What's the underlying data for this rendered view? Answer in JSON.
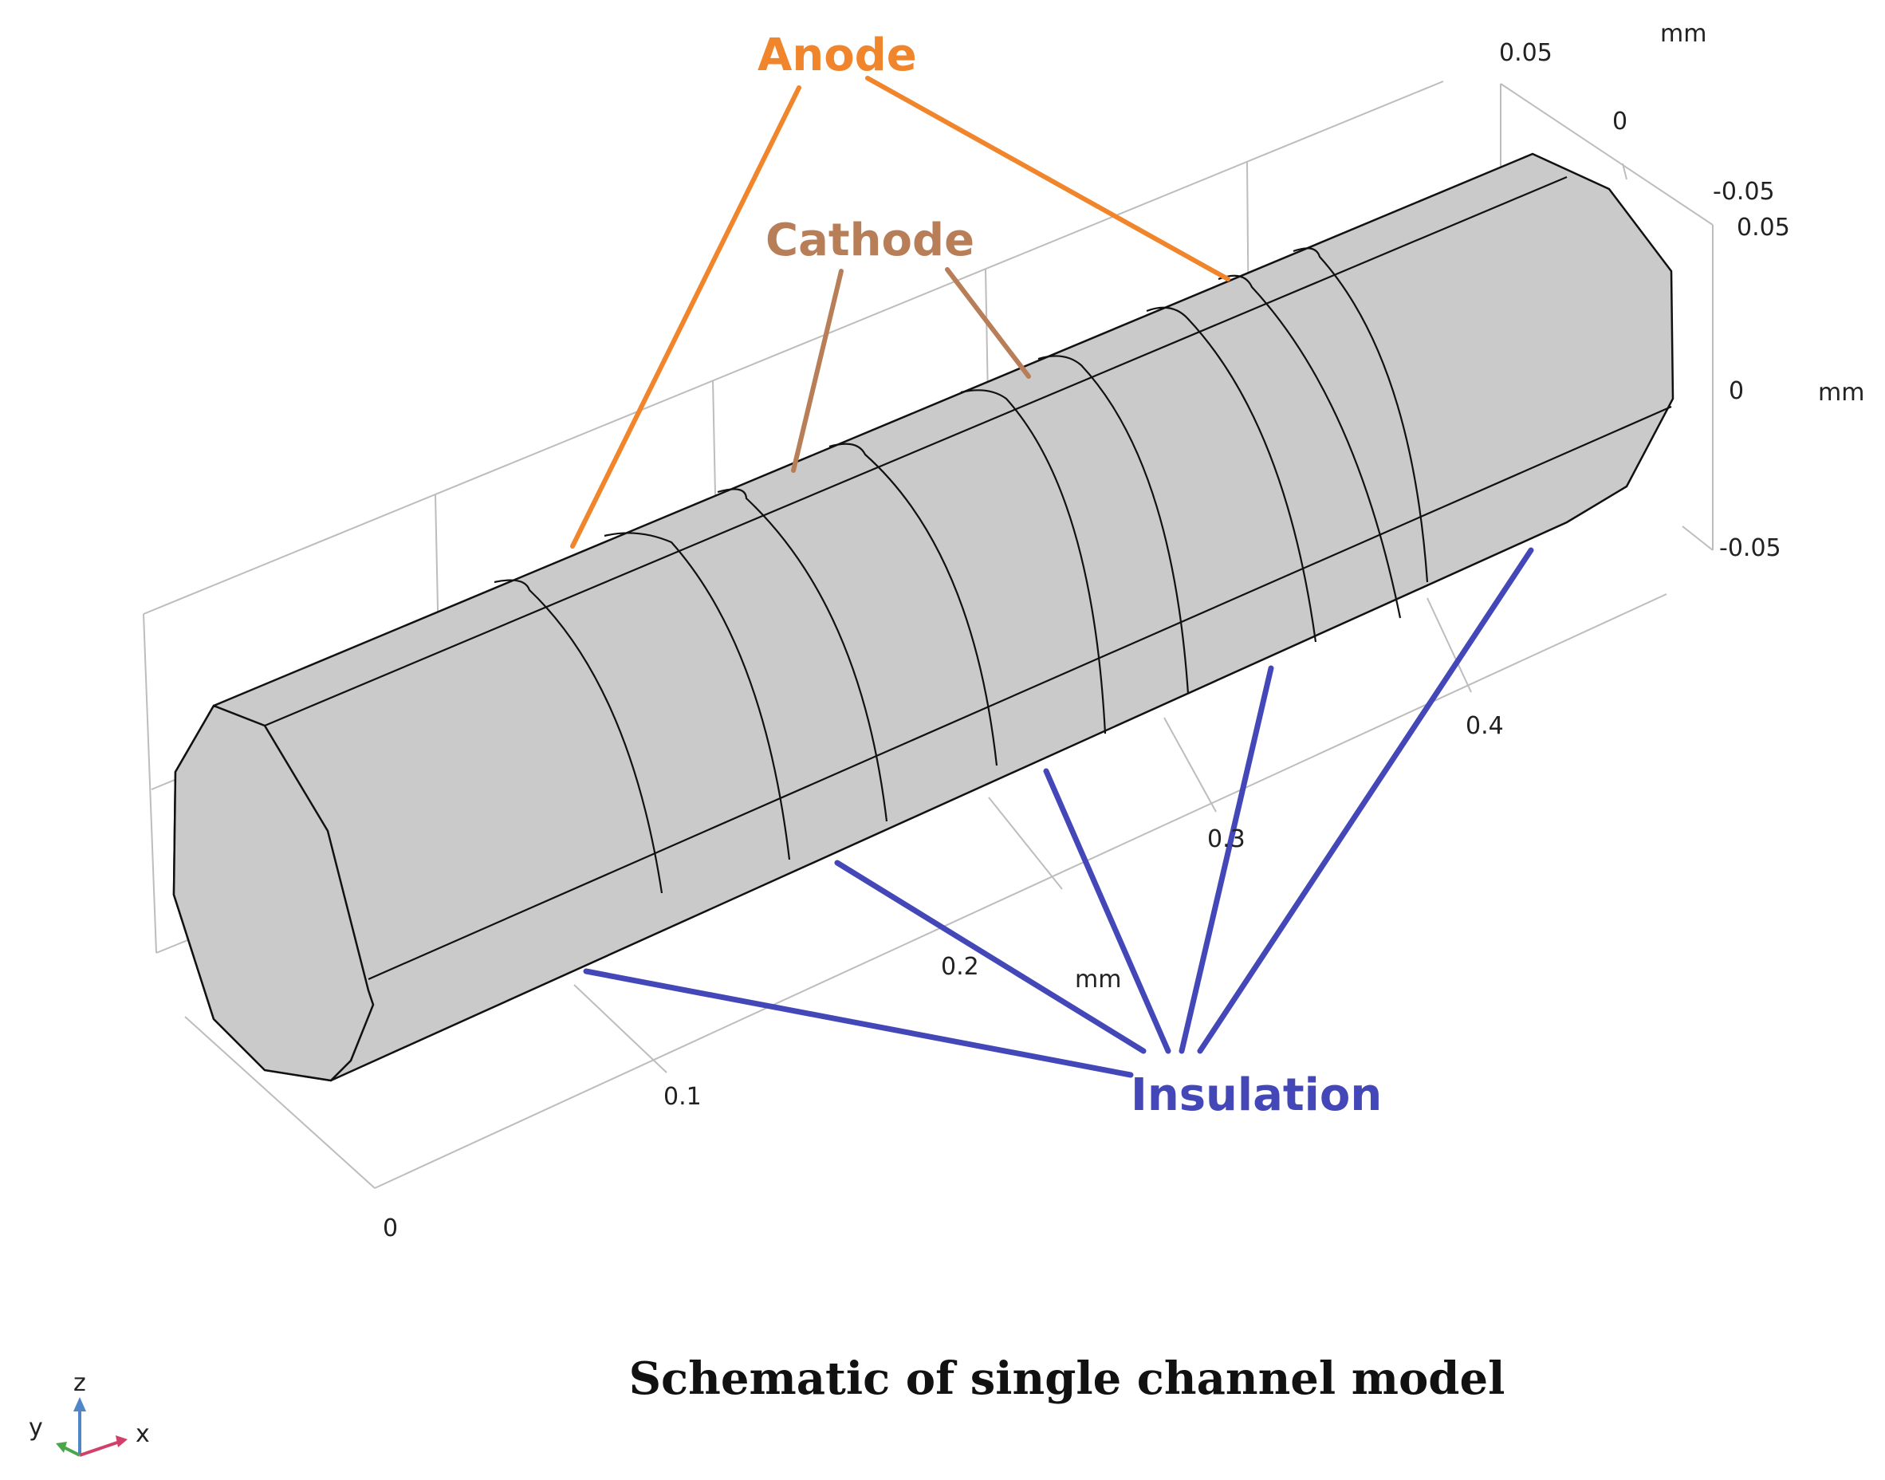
{
  "caption": "Schematic of single channel model",
  "labels": {
    "anode": "Anode",
    "cathode": "Cathode",
    "insulation": "Insulation"
  },
  "colors": {
    "anode": "#f0852c",
    "cathode": "#b87e58",
    "insulation": "#4447b8",
    "cylinder_fill": "#cacaca",
    "edge": "#111111",
    "grid": "#bdbdbd"
  },
  "axes": {
    "x_ticks": [
      "0",
      "0.1",
      "0.2",
      "0.3",
      "0.4"
    ],
    "x_unit": "mm",
    "y_ticks": [
      "0.05",
      "0",
      "-0.05"
    ],
    "y_unit": "mm",
    "z_ticks": [
      "0.05",
      "0",
      "-0.05"
    ],
    "z_unit": "mm"
  },
  "triad": {
    "x": "x",
    "y": "y",
    "z": "z"
  }
}
